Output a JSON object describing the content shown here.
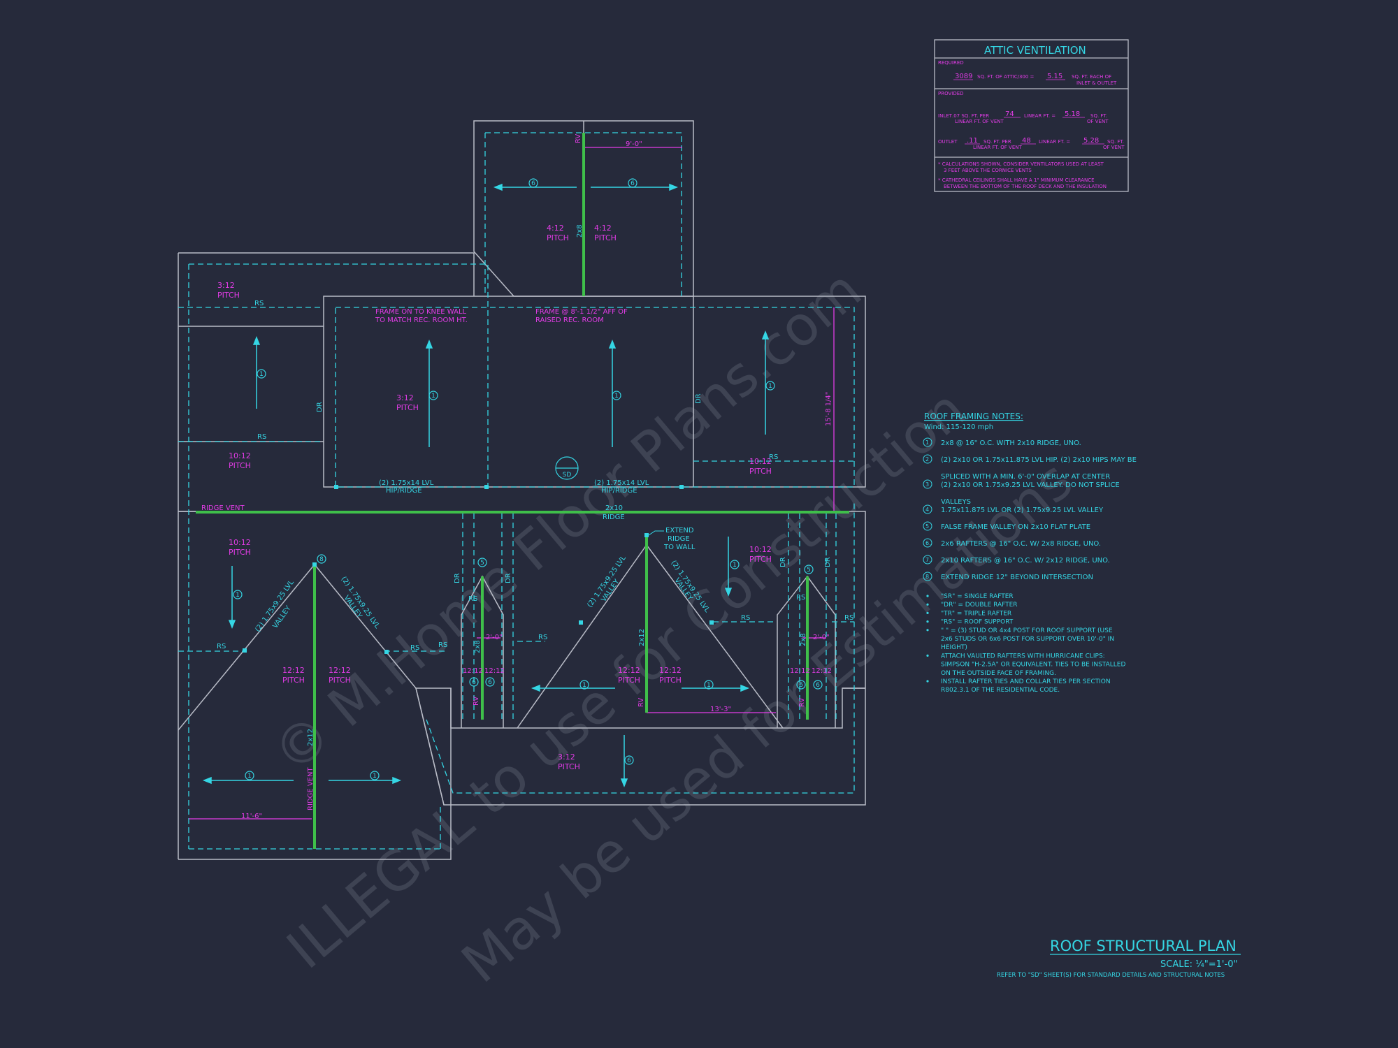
{
  "colors": {
    "background": "#262a3b",
    "outline": "#b9bcc7",
    "dashed": "#35d6e4",
    "magenta": "#e23ce6",
    "green": "#3fbf4a",
    "watermark": "#5d6272"
  },
  "watermark": {
    "line1": "© M.Home Floor Plans.com",
    "line2": "ILLEGAL to use for Construction",
    "line3": "May be used for Estimations"
  },
  "attic": {
    "title": "ATTIC VENTILATION",
    "required_label": "REQUIRED",
    "required_value": "3089",
    "required_text": "SQ. FT. OF ATTIC/300 =",
    "required_result": "5.15",
    "required_unit1": "SQ. FT. EACH OF",
    "required_unit2": "INLET & OUTLET",
    "provided_label": "PROVIDED",
    "inlet_label": "INLET",
    "inlet_rate": ".07 SQ. FT. PER",
    "inlet_rate2": "LINEAR FT. OF VENT",
    "inlet_value": "74",
    "inlet_text": "LINEAR FT. =",
    "inlet_result": "5.18",
    "inlet_unit": "SQ. FT.",
    "inlet_unit2": "OF VENT",
    "outlet_label": "OUTLET",
    "outlet_rate": ".11",
    "outlet_rate_text": "SQ. FT. PER",
    "outlet_rate2": "LINEAR FT. OF VENT",
    "outlet_value": "48",
    "outlet_text": "LINEAR FT. =",
    "outlet_result": "5.28",
    "outlet_unit": "SQ. FT.",
    "outlet_unit2": "OF VENT",
    "note1a": "* CALCULATIONS SHOWN, CONSIDER VENTILATORS USED AT LEAST",
    "note1b": "3 FEET ABOVE THE CORNICE VENTS",
    "note2a": "* CATHEDRAL CEILINGS SHALL HAVE A 1\" MINIMUM CLEARANCE",
    "note2b": "BETWEEN THE BOTTOM OF THE ROOF DECK AND THE INSULATION"
  },
  "notes": {
    "title": "ROOF FRAMING NOTES:",
    "wind": "Wind: 115-120 mph",
    "items": [
      {
        "num": "1",
        "text": "2x8 @ 16\" O.C. WITH 2x10 RIDGE, UNO."
      },
      {
        "num": "2",
        "text": "(2) 2x10 OR 1.75x11.875 LVL HIP. (2) 2x10 HIPS MAY BE"
      },
      {
        "num": "",
        "text": "SPLICED WITH A MIN. 6'-0\" OVERLAP AT CENTER"
      },
      {
        "num": "3",
        "text": "(2) 2x10 OR 1.75x9.25 LVL VALLEY. DO NOT SPLICE"
      },
      {
        "num": "",
        "text": "VALLEYS"
      },
      {
        "num": "4",
        "text": "1.75x11.875 LVL OR (2) 1.75x9.25 LVL VALLEY"
      },
      {
        "num": "5",
        "text": "FALSE FRAME VALLEY ON 2x10 FLAT PLATE"
      },
      {
        "num": "6.",
        "text": "2x6 RAFTERS @ 16\" O.C. W/ 2x8 RIDGE, UNO."
      },
      {
        "num": "7.",
        "text": "2x10 RAFTERS @ 16\" O.C. W/ 2x12 RIDGE, UNO."
      },
      {
        "num": "8.",
        "text": "EXTEND RIDGE 12\" BEYOND INTERSECTION"
      }
    ],
    "bullets": [
      "\"SR\" = SINGLE RAFTER",
      "\"DR\" = DOUBLE RAFTER",
      "\"TR\" = TRIPLE RAFTER",
      "\"RS\" = ROOF SUPPORT",
      "\" \" = (3) STUD OR 4x4 POST FOR ROOF SUPPORT (USE",
      "2x6 STUDS OR 6x6 POST FOR SUPPORT OVER 10'-0\" IN",
      "HEIGHT)",
      "ATTACH VAULTED RAFTERS WITH HURRICANE CLIPS:",
      "SIMPSON \"H-2.5A\" OR EQUIVALENT. TIES TO BE INSTALLED",
      "ON THE OUTSIDE FACE OF FRAMING.",
      "INSTALL RAFTER TIES AND COLLAR TIES PER SECTION",
      "R802.3.1 OF THE RESIDENTIAL CODE."
    ]
  },
  "title_block": {
    "title": "ROOF STRUCTURAL PLAN",
    "scale": "SCALE: ¼\"=1'-0\"",
    "refer": "REFER TO \"SD\" SHEET(S) FOR STANDARD DETAILS AND STRUCTURAL NOTES"
  },
  "plan": {
    "pitch_word": "PITCH",
    "pitch_3_12": "3:12",
    "pitch_4_12": "4:12",
    "pitch_10_12": "10:12",
    "pitch_12_12": "12:12",
    "rs": "RS",
    "rv": "RV",
    "dr": "DR",
    "rafter_2x8": "2x8",
    "rafter_2x12": "2x12",
    "dim_9_0": "9'-0\"",
    "dim_2_0": "2'-0\"",
    "dim_13_3": "13'-3\"",
    "dim_11_6": "11'-6\"",
    "dim_15_8": "15'-8 1/4\"",
    "ridge_vent": "RIDGE VENT",
    "ridge_2x10": "2x10",
    "ridge_word": "RIDGE",
    "frame_knee_1": "FRAME ON TO KNEE WALL",
    "frame_knee_2": "TO MATCH REC. ROOM HT.",
    "frame_aff_1": "FRAME @ 8'-1 1/2\" AFF OF",
    "frame_aff_2": "RAISED REC. ROOM",
    "lvl_14": "(2) 1.75x14 LVL",
    "hip_ridge": "HIP/RIDGE",
    "valley_lvl": "(2) 1.75x9.25 LVL",
    "valley_word": "VALLEY",
    "extend_1": "EXTEND",
    "extend_2": "RIDGE",
    "extend_3": "TO WALL",
    "sd": "SD",
    "n1": "1",
    "n3": "3",
    "n5": "5",
    "n6": "6",
    "n8": "8"
  }
}
